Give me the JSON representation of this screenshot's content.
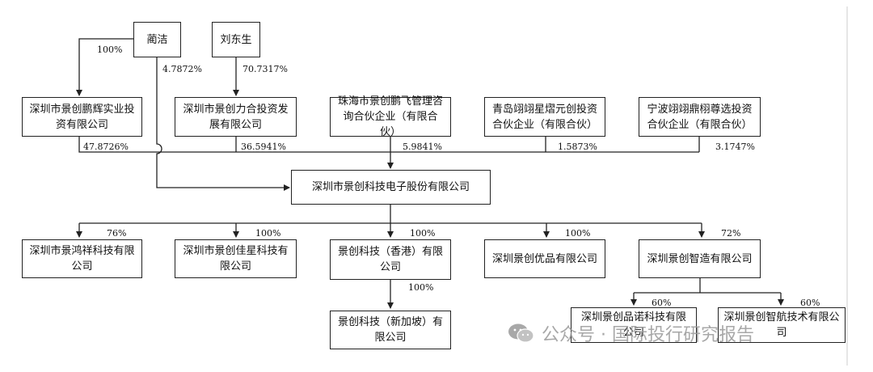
{
  "shareholders": {
    "lan_jie": "蔺洁",
    "liu_dongsheng": "刘东生",
    "pengyu": "深圳市景创鹏辉实业投资有限公司",
    "lihe": "深圳市景创力合投资发展有限公司",
    "zhuhai": "珠海市景创鹏飞管理咨询合伙企业（有限合伙）",
    "qingdao": "青岛翊翊星熠元创投资合伙企业（有限合伙）",
    "ningbo": "宁波翊翊鼎栩尊选投资合伙企业（有限合伙）"
  },
  "company": "深圳市景创科技电子股份有限公司",
  "subsidiaries": {
    "hongxiang": "深圳市景鸿祥科技有限公司",
    "jiaxing": "深圳市景创佳星科技有限公司",
    "hk": "景创科技（香港）有限公司",
    "youpin": "深圳景创优品有限公司",
    "zhizao": "深圳景创智造有限公司",
    "singapore": "景创科技（新加坡）有限公司",
    "pinnuo": "深圳景创品诺科技有限公司",
    "zhihang": "深圳景创智航技术有限公司"
  },
  "percentages": {
    "lan_to_pengyu": "100%",
    "lan_to_company": "4.7872%",
    "liu_to_lihe": "70.7317%",
    "pengyu_to_company": "47.8726%",
    "lihe_to_company": "36.5941%",
    "zhuhai_to_company": "5.9841%",
    "qingdao_to_company": "1.5873%",
    "ningbo_to_company": "3.1747%",
    "to_hongxiang": "76%",
    "to_jiaxing": "100%",
    "to_hk": "100%",
    "to_youpin": "100%",
    "to_zhizao": "72%",
    "hk_to_singapore": "100%",
    "to_pinnuo": "60%",
    "to_zhihang": "60%"
  },
  "watermark": "公众号 · 国际投行研究报告"
}
